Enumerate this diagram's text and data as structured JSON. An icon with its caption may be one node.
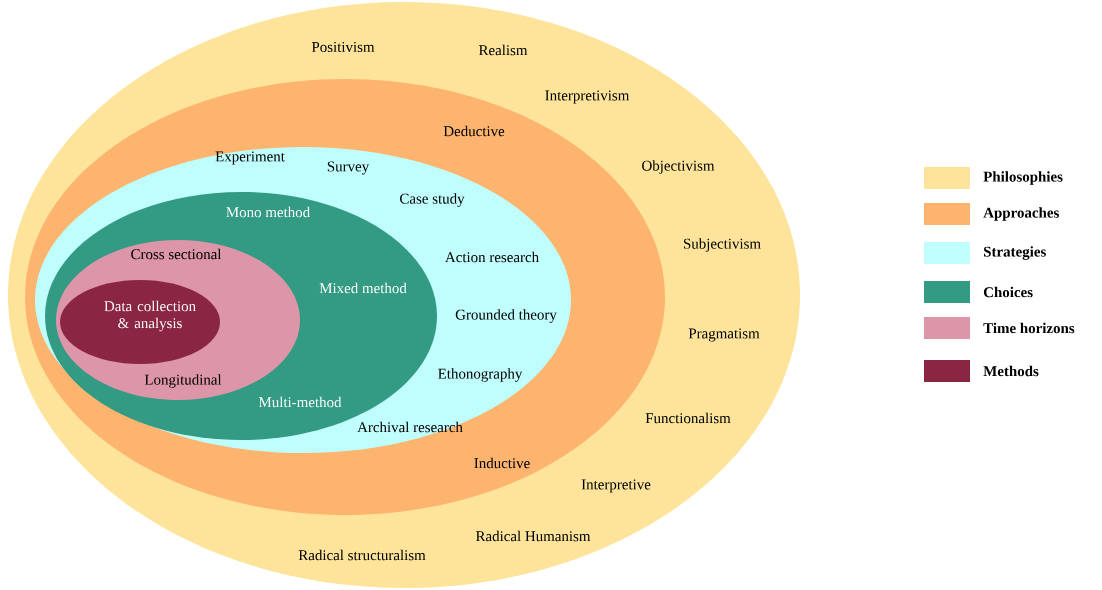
{
  "diagram": {
    "nodes": [
      {
        "text": [
          "Positivism",
          "Realism",
          "Interpretivism",
          "Objectivism",
          "Subjectivism",
          "Pragmatism",
          "Functionalism",
          "Interpretive",
          "Radical Humanism",
          "Radical structuralism"
        ]
      },
      {
        "text": [
          "Deductive",
          "Inductive"
        ],
        "in": 0
      },
      {
        "text": [
          "Experiment",
          "Survey",
          "Case study",
          "Action research",
          "Grounded theory",
          "Ethonography",
          "Archival research"
        ],
        "in": 1
      },
      {
        "text": [
          "Mono method",
          "Mixed method",
          "Multi-method"
        ],
        "in": 2
      },
      {
        "text": [
          "Cross sectional",
          "Longitudinal"
        ],
        "in": 3
      },
      {
        "text": [
          "Data collection & analysis"
        ],
        "in": 4
      }
    ],
    "legend": [
      {
        "text": "Philosophies",
        "color": "#fde49a"
      },
      {
        "text": "Approaches",
        "color": "#fdb46e"
      },
      {
        "text": "Strategies",
        "color": "#c0fdfd"
      },
      {
        "text": "Choices",
        "color": "#339a84"
      },
      {
        "text": "Time horizons",
        "color": "#dd95a8"
      },
      {
        "text": "Methods",
        "color": "#8a2542"
      }
    ]
  }
}
